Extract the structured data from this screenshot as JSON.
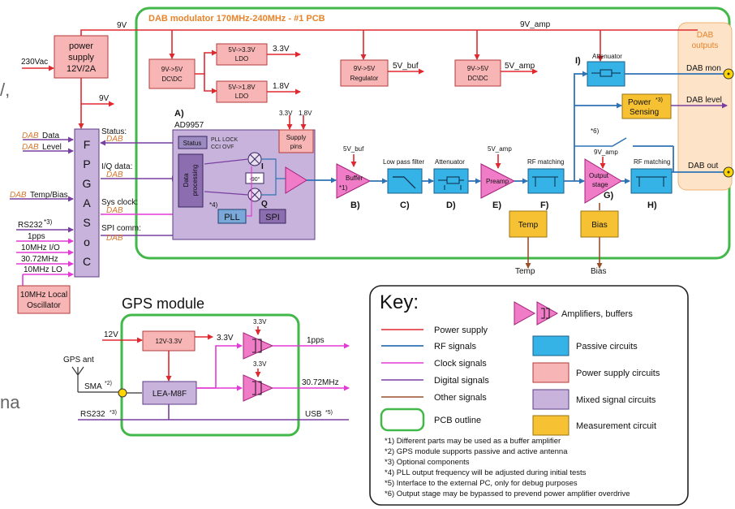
{
  "pcb_title": "DAB modulator 170MHz-240MHz - #1 PCB",
  "dab_outputs": {
    "title_1": "DAB",
    "title_2": "outputs",
    "mon": "DAB mon",
    "level": "DAB level",
    "out": "DAB out"
  },
  "rails": {
    "9v": "9V",
    "9v_top": "9V",
    "9v_amp": "9V_amp",
    "9v_amp_g": "9V_amp",
    "5v_buf": "5V_buf",
    "5v_buf_b": "5V_buf",
    "5v_amp": "5V_amp",
    "5v_amp_e": "5V_amp",
    "3v3": "3.3V",
    "1v8": "1.8V",
    "3v3_s": "3.3V",
    "1v8_s": "1.8V",
    "230": "230Vac"
  },
  "psu": {
    "l1": "power",
    "l2": "supply",
    "l3": "12V/2A"
  },
  "pwr_boxes": {
    "dcdc1_a": "9V->5V",
    "dcdc1_b": "DC\\DC",
    "ldo33_a": "5V->3.3V",
    "ldo33_b": "LDO",
    "ldo18_a": "5V->1.8V",
    "ldo18_b": "LDO",
    "reg_a": "9V->5V",
    "reg_b": "Regulator",
    "dcdc2_a": "9V->5V",
    "dcdc2_b": "DC\\DC"
  },
  "fpga": {
    "letters": [
      "F",
      "P",
      "G",
      "A",
      "S",
      "o",
      "C"
    ]
  },
  "left_labels": {
    "dab": "DAB",
    "data": "Data",
    "level": "Level",
    "temp_bias": "Temp/Bias",
    "rs232": "RS232",
    "rs232_note": "*3)",
    "pps": "1pps",
    "io10": "10MHz I/O",
    "m3072": "30.72MHz",
    "lo10": "10MHz LO"
  },
  "osc": {
    "l1": "10MHz Local",
    "l2": "Oscillator"
  },
  "sig_labels": {
    "status": "Status:",
    "status_dab": "DAB",
    "iq": "I/Q data:",
    "iq_dab": "DAB",
    "sysclk": "Sys clock:",
    "sysclk_dab": "DAB",
    "spi": "SPI comm:",
    "spi_dab": "DAB"
  },
  "ad9957": {
    "ref": "A)",
    "name": "AD9957",
    "status": "Status",
    "pll_lock": "PLL LOCK",
    "cci": "CCI OVF",
    "dp_1": "Data",
    "dp_2": "processing",
    "supply_1": "Supply",
    "supply_2": "pins",
    "phase": "-90°",
    "i": "I",
    "q": "Q",
    "pll": "PLL",
    "spi": "SPI",
    "note4": "*4)"
  },
  "chain": {
    "buffer": "Buffer",
    "buffer_note": "*1)",
    "b": "B)",
    "lpf": "Low pass filter",
    "c": "C)",
    "att": "Attenuator",
    "d": "D)",
    "preamp": "Preamp",
    "e": "E)",
    "rfm1": "RF matching",
    "f": "F)",
    "out1": "Output",
    "out2": "stage",
    "g": "G)",
    "rfm2": "RF matching",
    "h": "H)",
    "att_i": "Attenuator",
    "i": "I)",
    "power_1": "Power",
    "power_note": "*3)",
    "power_2": "Sensing",
    "bypass": "*6)",
    "temp": "Temp",
    "temp_out": "Temp",
    "bias": "Bias",
    "bias_out": "Bias"
  },
  "gps": {
    "title": "GPS module",
    "v12": "12V",
    "reg": "12V-3.3V",
    "v33": "3.3V",
    "v33a": "3.3V",
    "v33b": "3.3V",
    "lea": "LEA-M8F",
    "pps": "1pps",
    "m3072": "30.72MHz",
    "ant": "GPS ant",
    "sma": "SMA",
    "sma_note": "*2)",
    "rs232": "RS232",
    "rs232_note": "*3)",
    "usb": "USB",
    "usb_note": "*5)"
  },
  "key": {
    "title": "Key:",
    "power": "Power supply",
    "rf": "RF signals",
    "clock": "Clock signals",
    "digital": "Digital signals",
    "other": "Other signals",
    "pcb": "PCB outline",
    "amps": "Amplifiers, buffers",
    "passive": "Passive circuits",
    "psc": "Power supply circuits",
    "mixed": "Mixed signal circuits",
    "meas": "Measurement circuit",
    "notes": [
      "*1) Different parts may be used as a buffer amplifier",
      "*2) GPS module supports passive and active antenna",
      "*3) Optional components",
      "*4) PLL output frequency will be adjusted during initial tests",
      "*5) Interface to the external PC, only for debug purposes",
      "*6) Output stage may be bypassed to prevend power amplifier overdrive"
    ]
  },
  "cutoff": {
    "comma": "/,",
    "na": "na"
  },
  "colors": {
    "pcb": "#43b84a",
    "power": "#e0282f",
    "rf": "#2f73b6",
    "clock": "#e43ad6",
    "digital": "#7a3ea1",
    "other": "#9a4f2c",
    "passive": "#35b3e6",
    "psc": "#f8b5b5",
    "mixed": "#c8b3dd",
    "meas": "#f6c233",
    "amp": "#f07cc8"
  }
}
